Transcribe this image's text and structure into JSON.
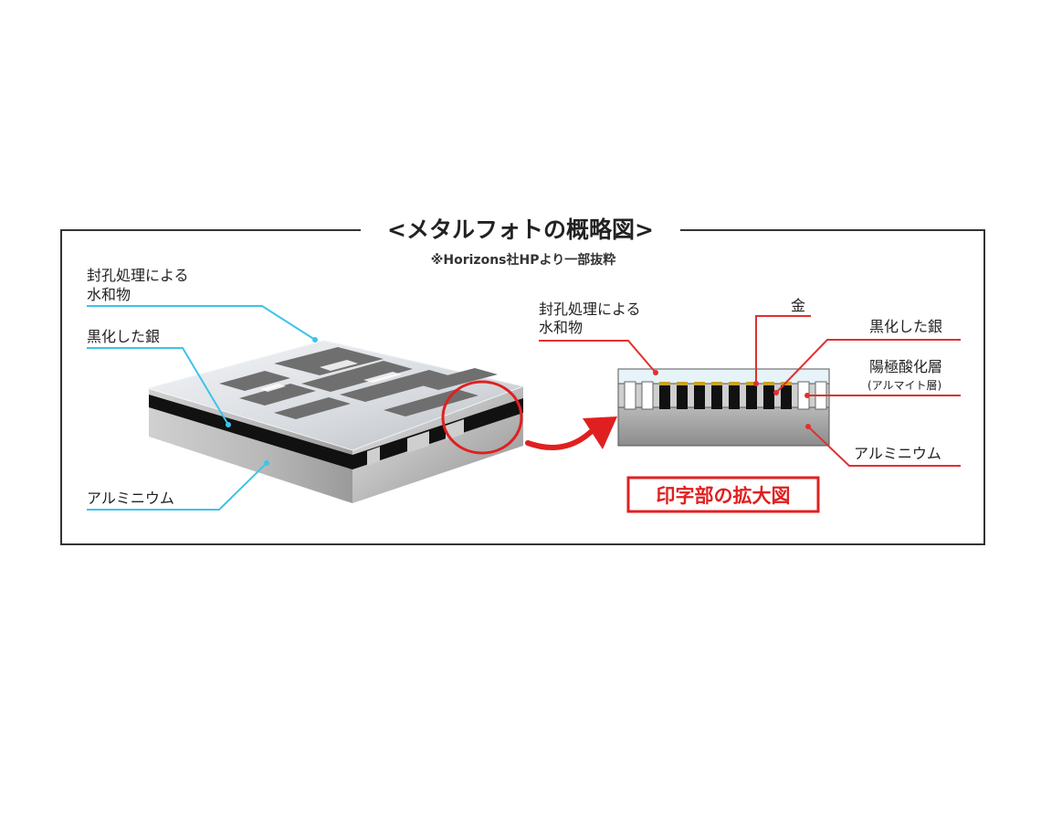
{
  "diagram": {
    "title": "<メタルフォトの概略図>",
    "source_note": "※Horizons社HPより一部抜粋",
    "left": {
      "sealing_label_line1": "封孔処理による",
      "sealing_label_line2": "水和物",
      "silver_label": "黒化した銀",
      "aluminum_label": "アルミニウム"
    },
    "right": {
      "sealing_label_line1": "封孔処理による",
      "sealing_label_line2": "水和物",
      "gold_label": "金",
      "silver_label": "黒化した銀",
      "anodized_label": "陽極酸化層",
      "anodized_sub_label": "(アルマイト層)",
      "aluminum_label": "アルミニウム"
    },
    "enlarged_caption": "印字部の拡大図",
    "colors": {
      "frame": "#333333",
      "leader_blue": "#3cc4ea",
      "leader_red": "#e03030",
      "accent_red": "#e02020"
    }
  }
}
